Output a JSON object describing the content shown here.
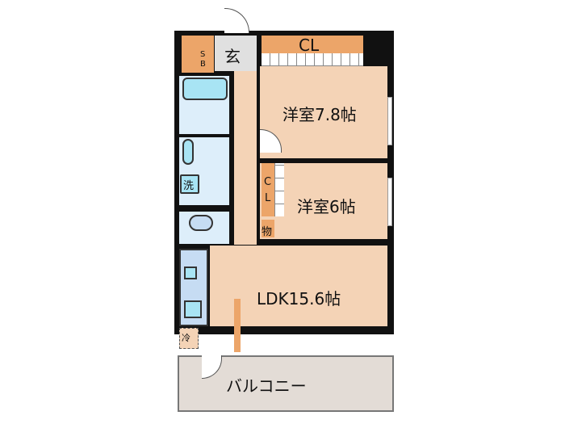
{
  "floorplan": {
    "rooms": {
      "western_room_1": {
        "label": "洋室7.8帖"
      },
      "western_room_2": {
        "label": "洋室6帖"
      },
      "ldk": {
        "label": "LDK15.6帖"
      },
      "balcony": {
        "label": "バルコニー"
      },
      "entrance": {
        "label": "玄"
      },
      "closet_top": {
        "label": "CL"
      },
      "closet_side": {
        "label_c": "C",
        "label_l": "L"
      },
      "shoebox": {
        "label_s": "S",
        "label_b": "B"
      },
      "storage": {
        "label": "物"
      },
      "washer": {
        "label": "洗"
      },
      "fridge": {
        "label": "冷"
      }
    },
    "colors": {
      "room": "#f4d3b6",
      "closet": "#eca569",
      "wet_area": "#ddeefa",
      "balcony": "#e3dcd6",
      "wall": "#111111",
      "entrance": "#e0e0e0"
    }
  }
}
